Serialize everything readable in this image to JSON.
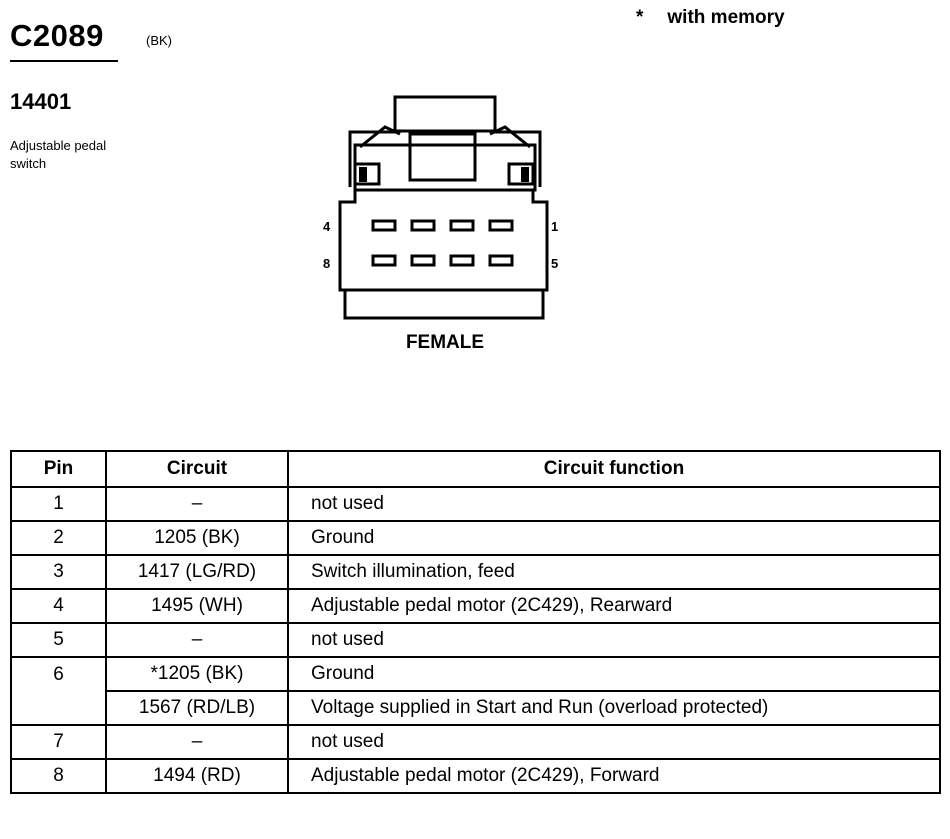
{
  "header": {
    "connector_code": "C2089",
    "connector_color": "(BK)",
    "memory_star": "*",
    "memory_text": "with memory",
    "part_number": "14401",
    "component_line1": "Adjustable pedal",
    "component_line2": "switch"
  },
  "connector": {
    "gender": "FEMALE",
    "pin_labels": {
      "top_left": "4",
      "top_right": "1",
      "bottom_left": "8",
      "bottom_right": "5"
    }
  },
  "table": {
    "headers": {
      "pin": "Pin",
      "circuit": "Circuit",
      "function": "Circuit function"
    },
    "rows": [
      {
        "pin": "1",
        "circuit": "–",
        "function": "not used"
      },
      {
        "pin": "2",
        "circuit": "1205 (BK)",
        "function": "Ground"
      },
      {
        "pin": "3",
        "circuit": "1417 (LG/RD)",
        "function": "Switch illumination, feed"
      },
      {
        "pin": "4",
        "circuit": "1495 (WH)",
        "function": "Adjustable pedal motor (2C429), Rearward"
      },
      {
        "pin": "5",
        "circuit": "–",
        "function": "not used"
      },
      {
        "pin": "6",
        "circuit": "*1205 (BK)",
        "function": "Ground"
      },
      {
        "pin": "",
        "circuit": "1567 (RD/LB)",
        "function": "Voltage supplied in Start and Run (overload protected)"
      },
      {
        "pin": "7",
        "circuit": "–",
        "function": "not used"
      },
      {
        "pin": "8",
        "circuit": "1494 (RD)",
        "function": "Adjustable pedal motor (2C429), Forward"
      }
    ]
  }
}
